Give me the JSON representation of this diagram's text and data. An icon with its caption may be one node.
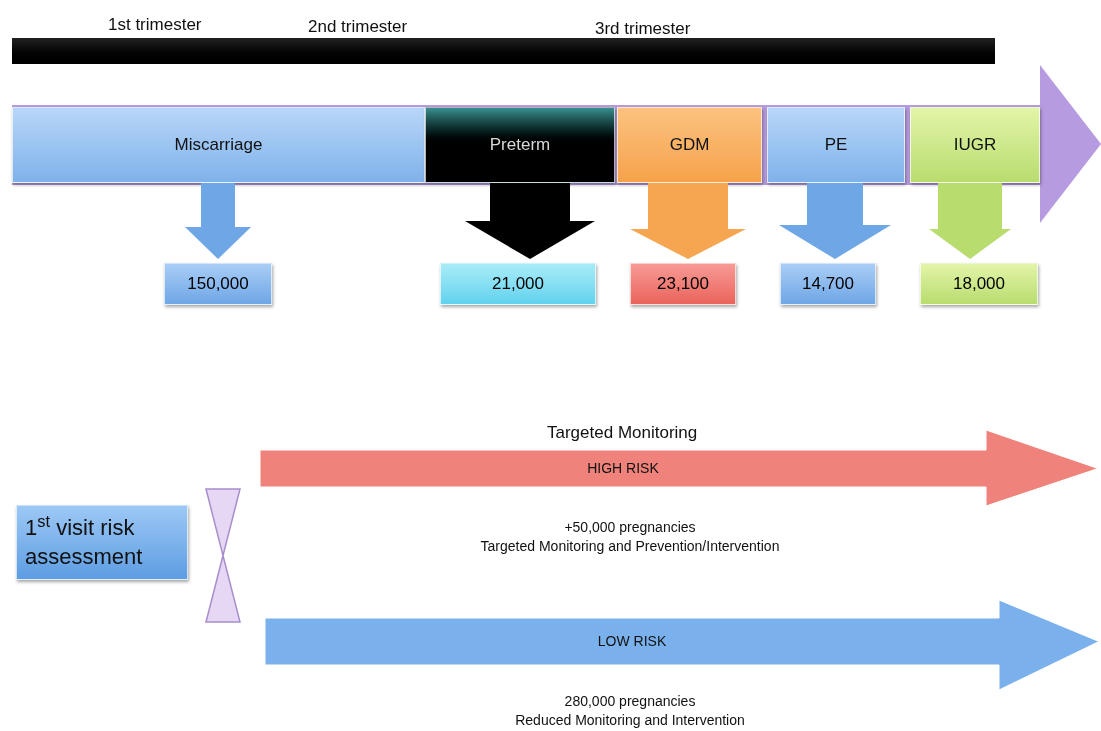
{
  "diagram": {
    "nodes": [
      {
        "text": [
          "Miscarriage"
        ]
      },
      {
        "text": [
          "Preterm"
        ]
      },
      {
        "text": [
          "GDM"
        ]
      },
      {
        "text": [
          "PE"
        ]
      },
      {
        "text": [
          "IUGR"
        ]
      },
      {
        "text": [
          "150,000"
        ]
      },
      {
        "text": [
          "21,000"
        ]
      },
      {
        "text": [
          "23,100"
        ]
      },
      {
        "text": [
          "14,700"
        ]
      },
      {
        "text": [
          "18,000"
        ]
      },
      {
        "text": [
          "1$^{st}$ visit risk assessment"
        ]
      },
      {
        "text": [],
        "shape": "hourglass"
      },
      {
        "text": [
          "Targeted Monitoring",
          "HIGH RISK"
        ],
        "beside": [
          "+50,000 pregnancies",
          "Targeted Monitoring and Prevention/Intervention"
        ]
      },
      {
        "text": [
          "LOW RISK"
        ],
        "beside": [
          "280,000 pregnancies",
          "Reduced Monitoring and Intervention"
        ]
      },
      {
        "text": [],
        "shape": "bar"
      }
    ],
    "edges": [
      {
        "from": 0,
        "to": 5,
        "arrow": "to"
      },
      {
        "from": 1,
        "to": 6,
        "arrow": "to",
        "color": "#000000"
      },
      {
        "from": 2,
        "to": 7,
        "arrow": "to",
        "color": "#f6a650"
      },
      {
        "from": 3,
        "to": 8,
        "arrow": "to"
      },
      {
        "from": 4,
        "to": 9,
        "arrow": "to",
        "color": "#b9dc6e"
      }
    ],
    "labels": [
      "1st trimester",
      "2nd trimester",
      "3rd trimester"
    ]
  }
}
